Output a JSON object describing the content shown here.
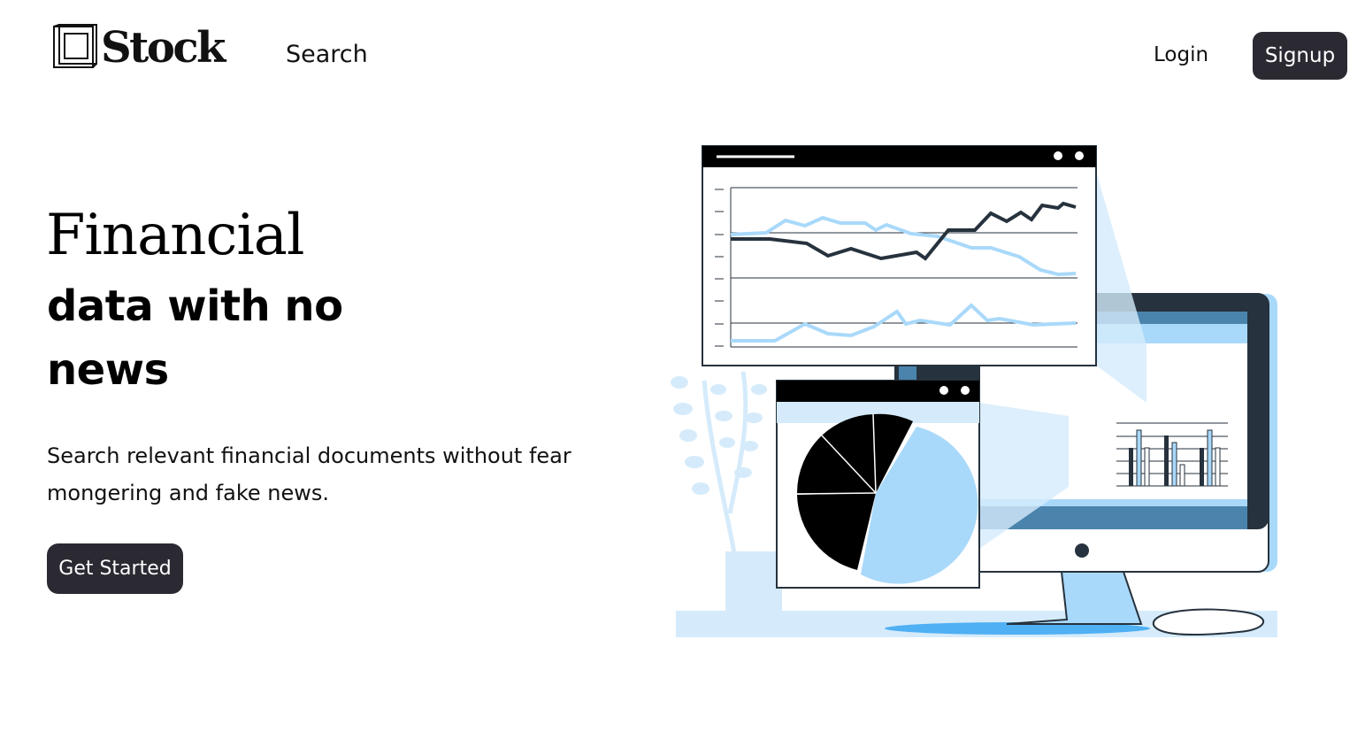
{
  "header": {
    "logo_text": "Stock",
    "nav_search": "Search",
    "login": "Login",
    "signup": "Signup"
  },
  "hero": {
    "title_line1": "Financial",
    "title_line2": "data with no news",
    "subtitle": "Search relevant financial documents without fear mongering and fake news.",
    "cta": "Get Started"
  },
  "colors": {
    "dark": "#2b2a33",
    "light_blue": "#a9d9fa",
    "pale_blue": "#d5ebfb",
    "accent_blue": "#4fb0f3",
    "navy": "#26323d"
  },
  "icons": {
    "logo": "cube-logo-icon",
    "illustration": "financial-dashboard-illustration"
  }
}
